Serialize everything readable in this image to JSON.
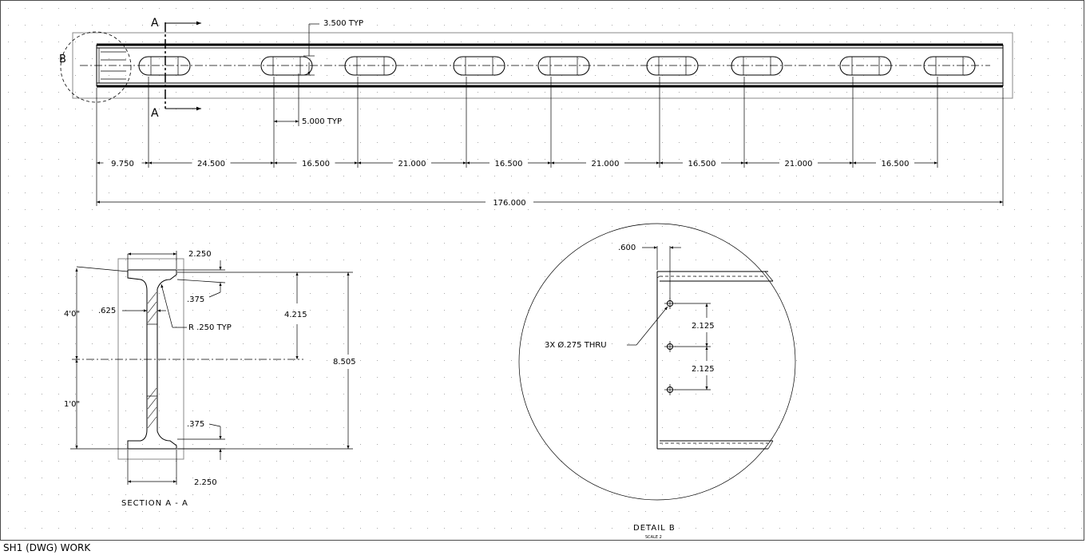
{
  "status_bar": "SH1 (DWG) WORK",
  "section_cut": {
    "label_top": "A",
    "label_bottom": "A"
  },
  "detail_circle_label": "B",
  "top_view": {
    "slot_callout": "3.500 TYP",
    "pitch_callout": "5.000 TYP",
    "chain_dims": [
      "9.750",
      "24.500",
      "16.500",
      "21.000",
      "16.500",
      "21.000",
      "16.500",
      "21.000",
      "16.500"
    ],
    "overall": "176.000"
  },
  "section_view": {
    "title": "SECTION A - A",
    "flange_top": "2.250",
    "flange_bottom": "2.250",
    "flange_thk_top": ".375",
    "flange_thk_bottom": ".375",
    "web_thk": ".625",
    "fillet": "R .250 TYP",
    "upper_span": "4'0\"",
    "lower_span": "1'0\"",
    "half_height": "4.215",
    "overall_height": "8.505"
  },
  "detail_view": {
    "title": "DETAIL B",
    "scale_note": "SCALE 2",
    "edge_dim": ".600",
    "hole_note": "3X Ø.275 THRU",
    "hole_spacing_1": "2.125",
    "hole_spacing_2": "2.125"
  }
}
